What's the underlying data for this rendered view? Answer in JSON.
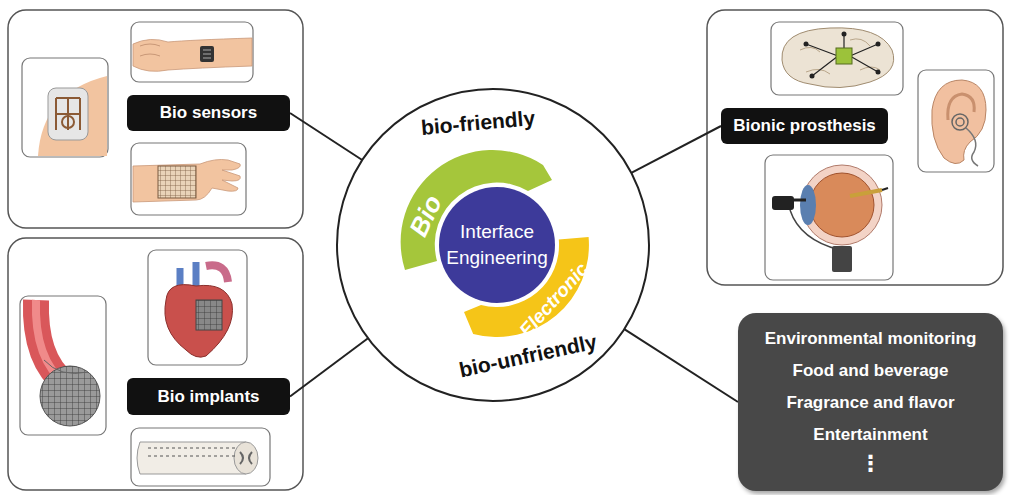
{
  "diagram": {
    "nodes": [
      {
        "text": [
          "Bio sensors"
        ]
      },
      {
        "text": [
          "Bionic prosthesis"
        ]
      },
      {
        "text": [
          "bio-friendly",
          "Bio",
          "Electronic",
          "bio-unfriendly"
        ]
      },
      {
        "text": [
          "Interface Engineering"
        ],
        "in": 2
      },
      {
        "text": [
          "Bio implants"
        ]
      },
      {
        "text": [
          "Environmental monitoring",
          "Food and beverage",
          "Fragrance and flavor",
          "Entertainment",
          "⋮"
        ]
      }
    ],
    "edges": [
      {
        "from": 0,
        "to": 2,
        "arrow": "none"
      },
      {
        "from": 1,
        "to": 2,
        "arrow": "none"
      },
      {
        "from": 4,
        "to": 2,
        "arrow": "none"
      },
      {
        "from": 5,
        "to": 2,
        "arrow": "none"
      }
    ]
  }
}
